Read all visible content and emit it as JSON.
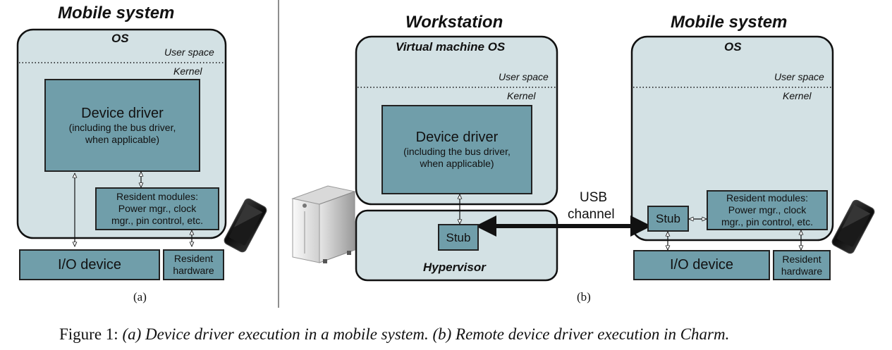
{
  "panel_a": {
    "title": "Mobile system",
    "os_label": "OS",
    "user_space": "User space",
    "kernel": "Kernel",
    "driver_title": "Device driver",
    "driver_note_1": "(including the bus driver,",
    "driver_note_2": "when applicable)",
    "resident_1": "Resident modules:",
    "resident_2": "Power mgr., clock",
    "resident_3": "mgr., pin control, etc.",
    "io_device": "I/O device",
    "resident_hw_1": "Resident",
    "resident_hw_2": "hardware",
    "label": "(a)"
  },
  "panel_b": {
    "workstation_title": "Workstation",
    "vm_os_label": "Virtual machine OS",
    "ws_user_space": "User space",
    "ws_kernel": "Kernel",
    "driver_title": "Device driver",
    "driver_note_1": "(including the bus driver,",
    "driver_note_2": "when applicable)",
    "ws_stub": "Stub",
    "hypervisor": "Hypervisor",
    "usb_1": "USB",
    "usb_2": "channel",
    "mobile_title": "Mobile system",
    "os_label": "OS",
    "user_space": "User space",
    "kernel": "Kernel",
    "mobile_stub": "Stub",
    "resident_1": "Resident modules:",
    "resident_2": "Power mgr., clock",
    "resident_3": "mgr., pin control, etc.",
    "io_device": "I/O device",
    "resident_hw_1": "Resident",
    "resident_hw_2": "hardware",
    "label": "(b)"
  },
  "caption": {
    "prefix": "Figure 1:",
    "text": "(a) Device driver execution in a mobile system. (b) Remote device driver execution in Charm."
  },
  "colors": {
    "os_fill": "#d3e1e4",
    "module_fill": "#709eaa",
    "outline": "#222222"
  }
}
